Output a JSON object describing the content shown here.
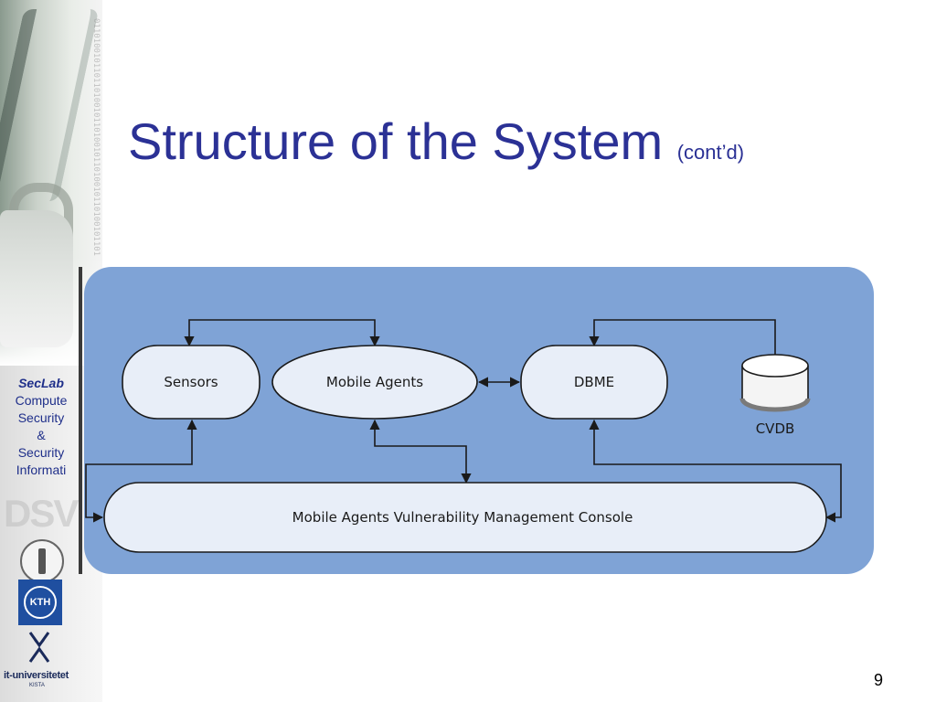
{
  "slide": {
    "title": "Structure of the System",
    "title_suffix": "(cont’d)",
    "page_number": "9"
  },
  "sidebar": {
    "seclab_title": "SecLab",
    "seclab_lines": [
      "Compute",
      "Security",
      "&",
      "Security",
      "Informati"
    ],
    "watermark": "DSV",
    "kth_label": "KTH",
    "itu_label": "it-universitetet",
    "itu_sub": "KISTA"
  },
  "diagram": {
    "nodes": {
      "sensors": "Sensors",
      "mobile_agents": "Mobile Agents",
      "dbme": "DBME",
      "cvdb": "CVDB",
      "console": "Mobile Agents Vulnerability Management Console"
    },
    "colors": {
      "background": "#7fa3d6",
      "node_fill": "#e8eef8",
      "stroke": "#1a1a1a",
      "title": "#2b3195"
    }
  }
}
